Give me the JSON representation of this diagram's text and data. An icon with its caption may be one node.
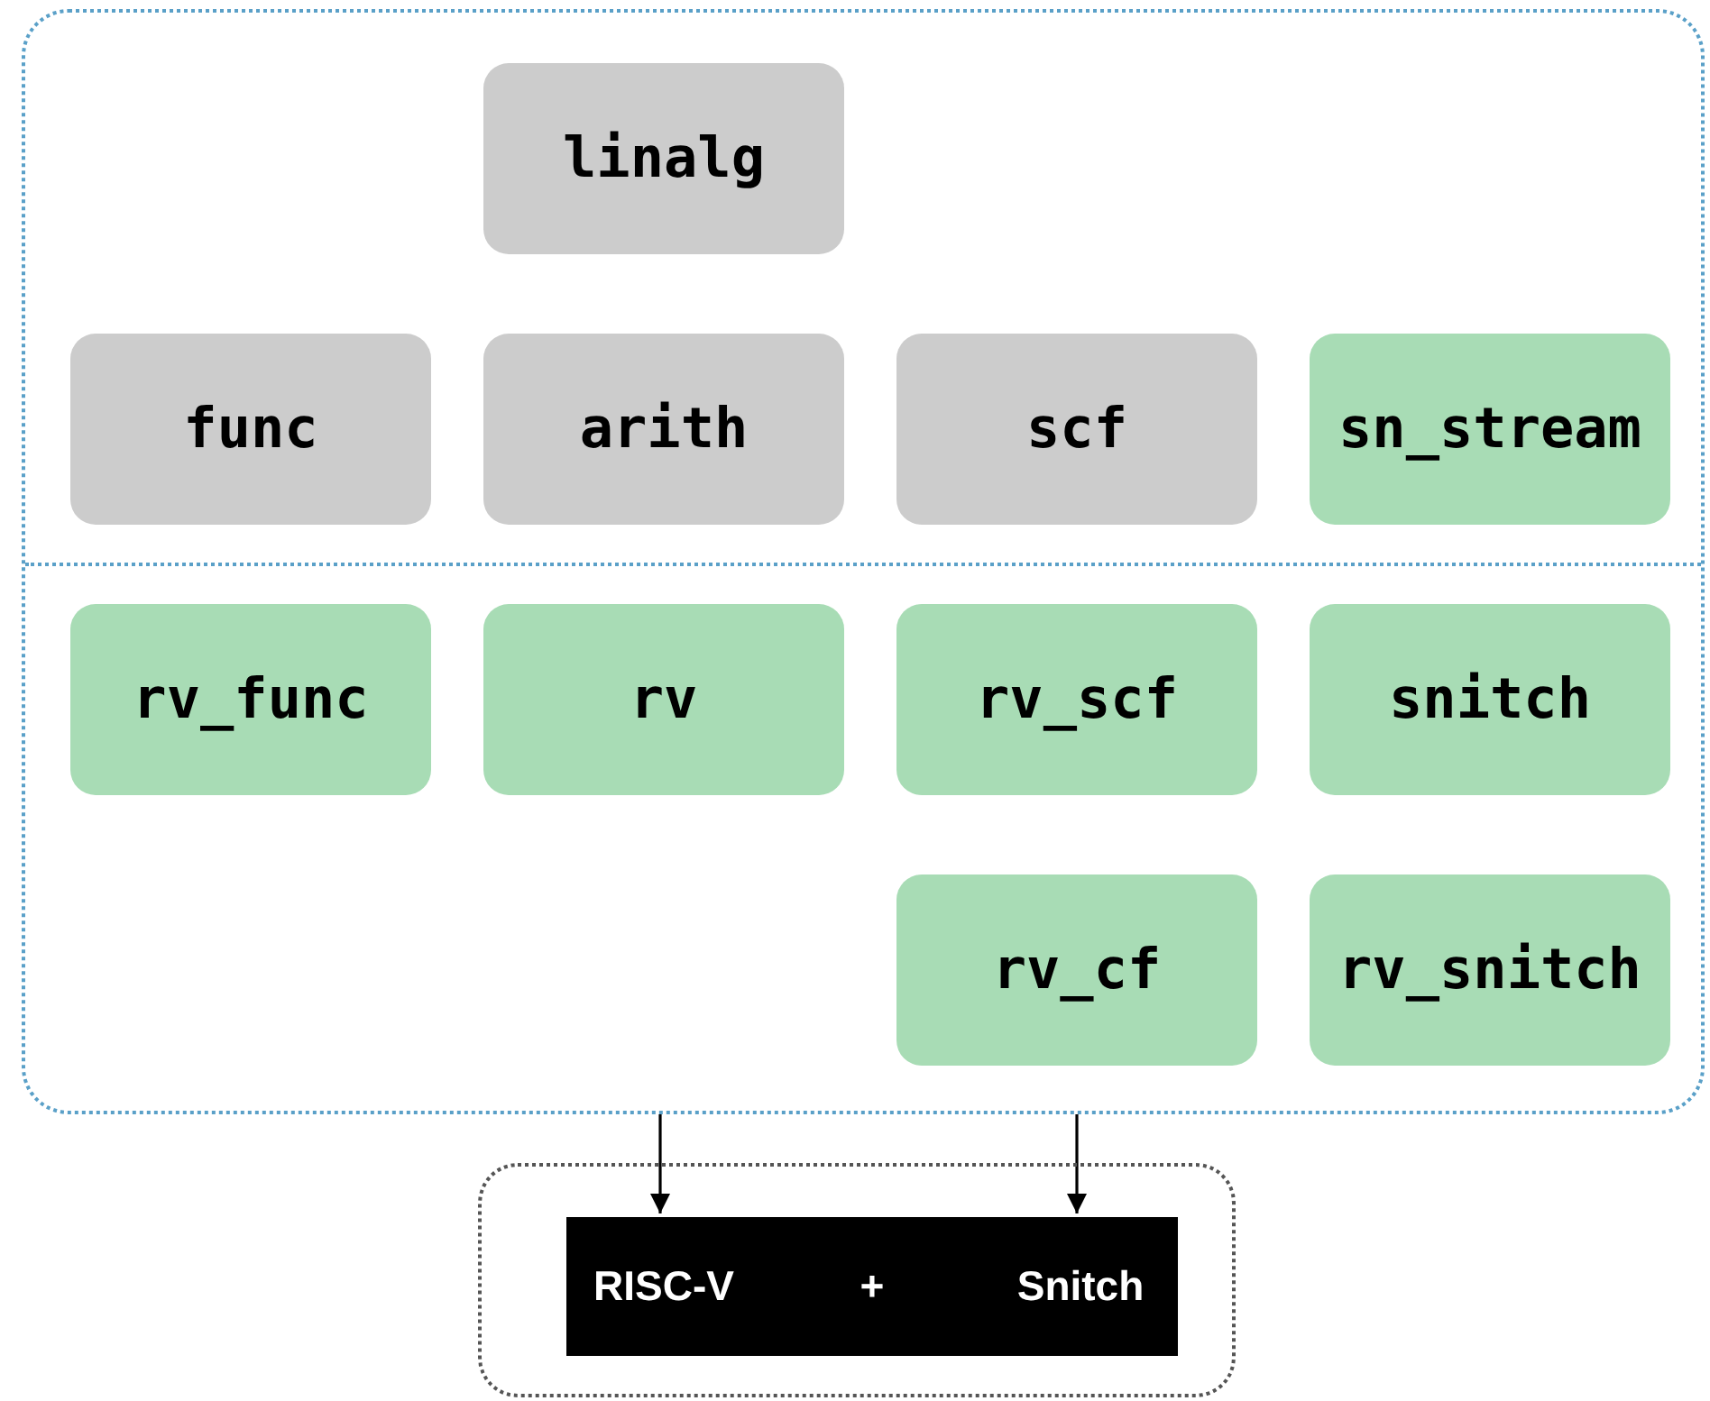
{
  "diagram": {
    "nodes": [
      {
        "text": [],
        "shape": "box"
      },
      {
        "text": [
          "linalg"
        ],
        "in": 0
      },
      {
        "text": [
          "func"
        ],
        "in": 0
      },
      {
        "text": [
          "arith"
        ],
        "in": 0
      },
      {
        "text": [
          "scf"
        ],
        "in": 0
      },
      {
        "text": [
          "sn_stream"
        ],
        "in": 0
      },
      {
        "text": [
          "rv_func"
        ],
        "in": 0
      },
      {
        "text": [
          "rv"
        ],
        "in": 0
      },
      {
        "text": [
          "rv_scf"
        ],
        "in": 0
      },
      {
        "text": [
          "snitch"
        ],
        "in": 0
      },
      {
        "text": [
          "rv_cf"
        ],
        "in": 0
      },
      {
        "text": [
          "rv_snitch"
        ],
        "in": 0
      },
      {
        "text": [],
        "shape": "box"
      },
      {
        "text": [
          "RISC-V"
        ],
        "in": 12
      },
      {
        "text": [
          "+"
        ],
        "in": 12
      },
      {
        "text": [
          "Snitch"
        ],
        "in": 12
      }
    ],
    "edges": [
      {
        "from": 0,
        "to": 13,
        "arrow": "to"
      },
      {
        "from": 0,
        "to": 15,
        "arrow": "to"
      }
    ]
  }
}
